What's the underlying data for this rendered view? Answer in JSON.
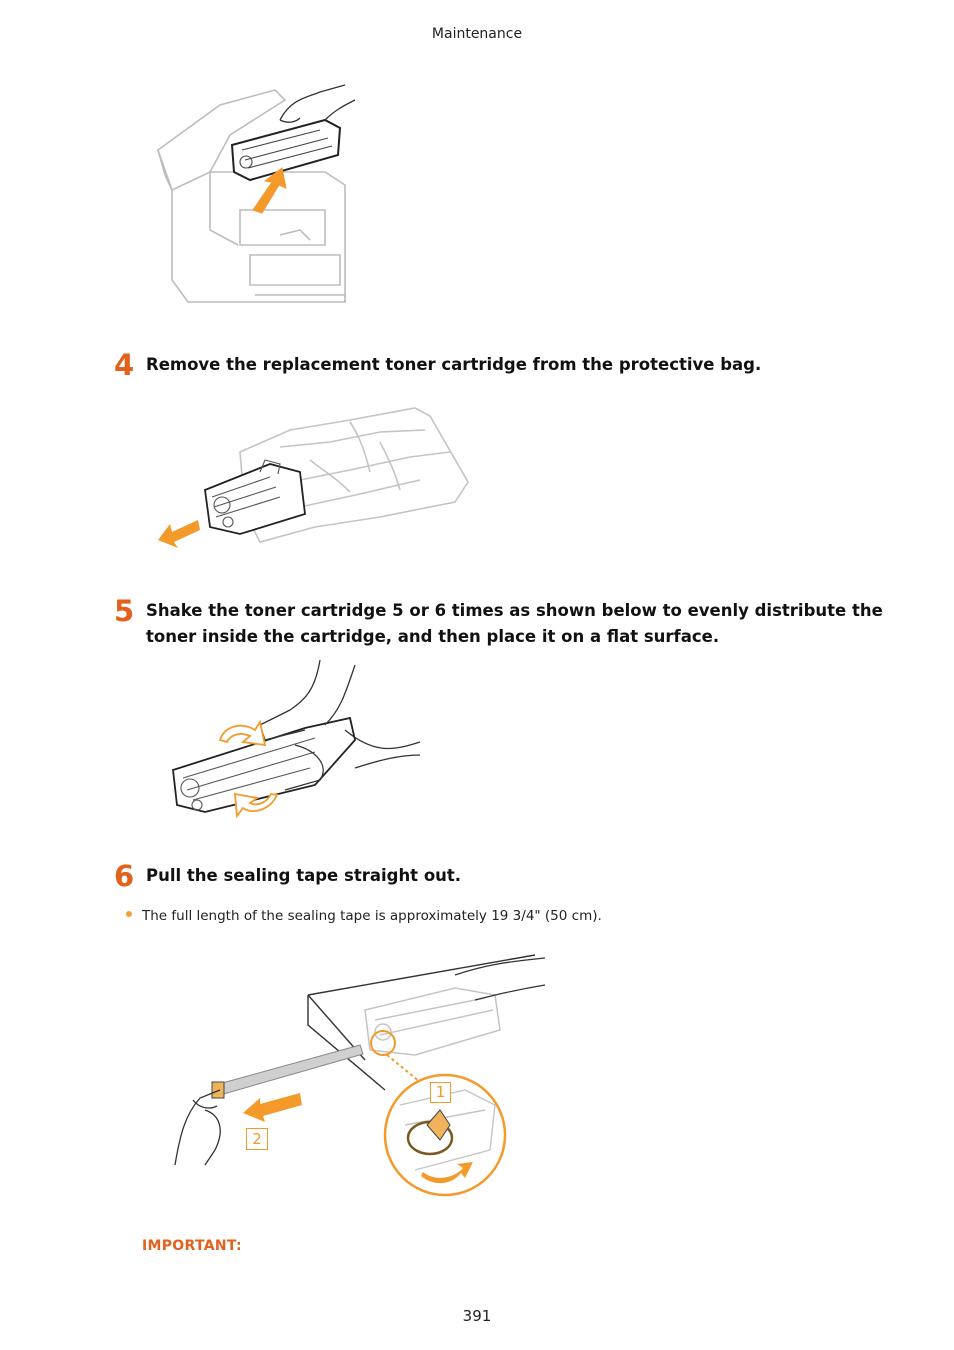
{
  "header": {
    "section": "Maintenance"
  },
  "steps": [
    {
      "number": "4",
      "text": "Remove the replacement toner cartridge from the protective bag."
    },
    {
      "number": "5",
      "text": "Shake the toner cartridge 5 or 6 times as shown below to evenly distribute the toner inside the cartridge, and then place it on a flat surface."
    },
    {
      "number": "6",
      "text": "Pull the sealing tape straight out."
    }
  ],
  "step6_note": "The full length of the sealing tape is approximately 19 3/4\" (50 cm).",
  "callouts": {
    "one": "1",
    "two": "2"
  },
  "important_label": "IMPORTANT:",
  "footer": {
    "page_number": "391"
  },
  "colors": {
    "accent": "#e2611c",
    "arrow": "#f39a2b",
    "bullet": "#f0a040"
  }
}
